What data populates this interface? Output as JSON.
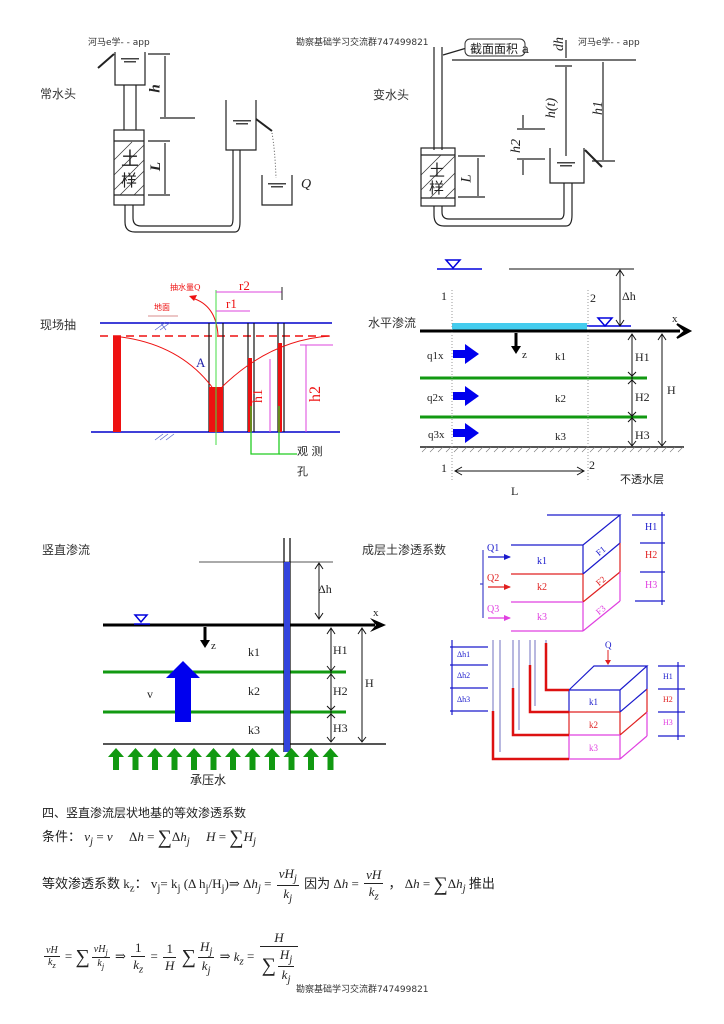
{
  "watermarks": {
    "top_left": "河马e学- - app",
    "top_center": "勘察基础学习交流群747499821",
    "top_right": "河马e学- - app",
    "bottom_center": "勘察基础学习交流群747499821"
  },
  "figures": {
    "constant_head": {
      "title": "常水头",
      "soil_label_1": "土",
      "soil_label_2": "样",
      "h": "h",
      "L": "L",
      "Q": "Q"
    },
    "falling_head": {
      "title": "变水头",
      "callout": "截面面积 a",
      "dh": "dh",
      "h_t": "h(t)",
      "h1": "h1",
      "h2": "h2",
      "L": "L",
      "soil_label_1": "土",
      "soil_label_2": "样"
    },
    "field_pumping": {
      "title": "现场抽",
      "pump_label": "抽水量Q",
      "ground_label": "地面",
      "r1": "r1",
      "r2": "r2",
      "A": "A",
      "h1": "h1",
      "h2": "h2",
      "observe_label_1": "观 测",
      "observe_label_2": "孔"
    },
    "horizontal_seepage": {
      "title": "水平渗流",
      "section_1": "1",
      "section_2": "2",
      "dh": "Δh",
      "x": "x",
      "z": "z",
      "q": [
        "q1x",
        "q2x",
        "q3x"
      ],
      "k": [
        "k1",
        "k2",
        "k3"
      ],
      "H_layers": [
        "H1",
        "H2",
        "H3"
      ],
      "H": "H",
      "L": "L",
      "impermeable": "不透水层"
    },
    "vertical_seepage": {
      "title": "竖直渗流",
      "dh": "Δh",
      "x": "x",
      "z": "z",
      "v": "v",
      "k": [
        "k1",
        "k2",
        "k3"
      ],
      "H_layers": [
        "H1",
        "H2",
        "H3"
      ],
      "H": "H",
      "artesian": "承压水"
    },
    "layered_soil": {
      "title": "成层土渗透系数",
      "Q": [
        "Q1",
        "Q2",
        "Q3"
      ],
      "k": [
        "k1",
        "k2",
        "k3"
      ],
      "F": [
        "F1",
        "F2",
        "F3"
      ],
      "H_layers": [
        "H1",
        "H2",
        "H3"
      ],
      "dh_layers": [
        "Δh1",
        "Δh2",
        "Δh3"
      ],
      "Q_top": "Q",
      "colors": {
        "layer1": "#1a1acc",
        "layer2": "#e02020",
        "layer3": "#e040e0"
      }
    }
  },
  "section": {
    "heading": "四、竖直渗流层状地基的等效渗透系数",
    "condition_label": "条件：",
    "eq_intro": "等效渗透系数 k",
    "eq_intro_sub": "z",
    "eq_intro_colon": "：",
    "because": "因为",
    "comma": "，",
    "derive": "推出"
  },
  "colors": {
    "blue": "#0000dd",
    "red": "#ee1111",
    "green": "#119911",
    "magenta": "#dd44dd",
    "cyan": "#44ccee"
  }
}
